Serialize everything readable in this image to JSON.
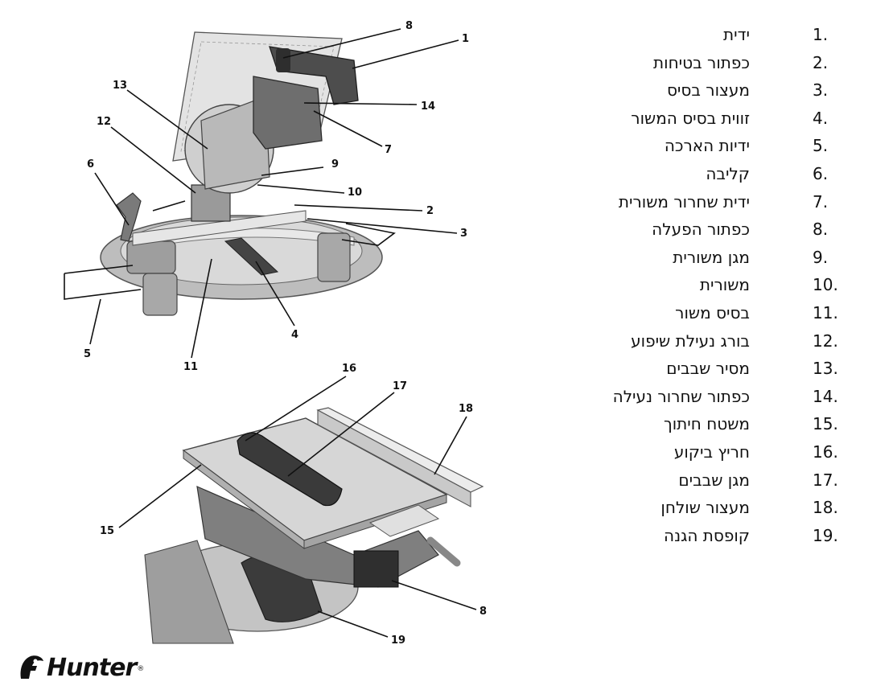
{
  "brand": {
    "name": "Hunter",
    "registered_mark": "®"
  },
  "top_callouts": [
    "1",
    "2",
    "3",
    "4",
    "5",
    "6",
    "7",
    "8",
    "9",
    "10",
    "11",
    "12",
    "13",
    "14"
  ],
  "bottom_callouts": [
    "15",
    "16",
    "17",
    "18",
    "8",
    "19"
  ],
  "parts": [
    {
      "num": "1.",
      "label": "ידית"
    },
    {
      "num": "2.",
      "label": "כפתור בטיחות"
    },
    {
      "num": "3.",
      "label": "מעצור בסיס"
    },
    {
      "num": "4.",
      "label": "זווית בסיס המשור"
    },
    {
      "num": "5.",
      "label": "ידיות הארכה"
    },
    {
      "num": "6.",
      "label": "קליבה"
    },
    {
      "num": "7.",
      "label": "ידית שחרור משורית"
    },
    {
      "num": "8.",
      "label": "כפתור הפעלה"
    },
    {
      "num": "9.",
      "label": "מגן משורית"
    },
    {
      "num": "10.",
      "label": "משורית"
    },
    {
      "num": "11.",
      "label": "בסיס משור"
    },
    {
      "num": "12.",
      "label": "בורג נעילת שיפוע"
    },
    {
      "num": "13.",
      "label": "מסיר שבבים"
    },
    {
      "num": "14.",
      "label": "כפתור שחרור נעילה"
    },
    {
      "num": "15.",
      "label": "משטח חיתוך"
    },
    {
      "num": "16.",
      "label": "חריץ ביקוע"
    },
    {
      "num": "17.",
      "label": "מגן שבבים"
    },
    {
      "num": "18.",
      "label": "מעצור שולחן"
    },
    {
      "num": "19.",
      "label": "קופסת הגנה"
    }
  ]
}
